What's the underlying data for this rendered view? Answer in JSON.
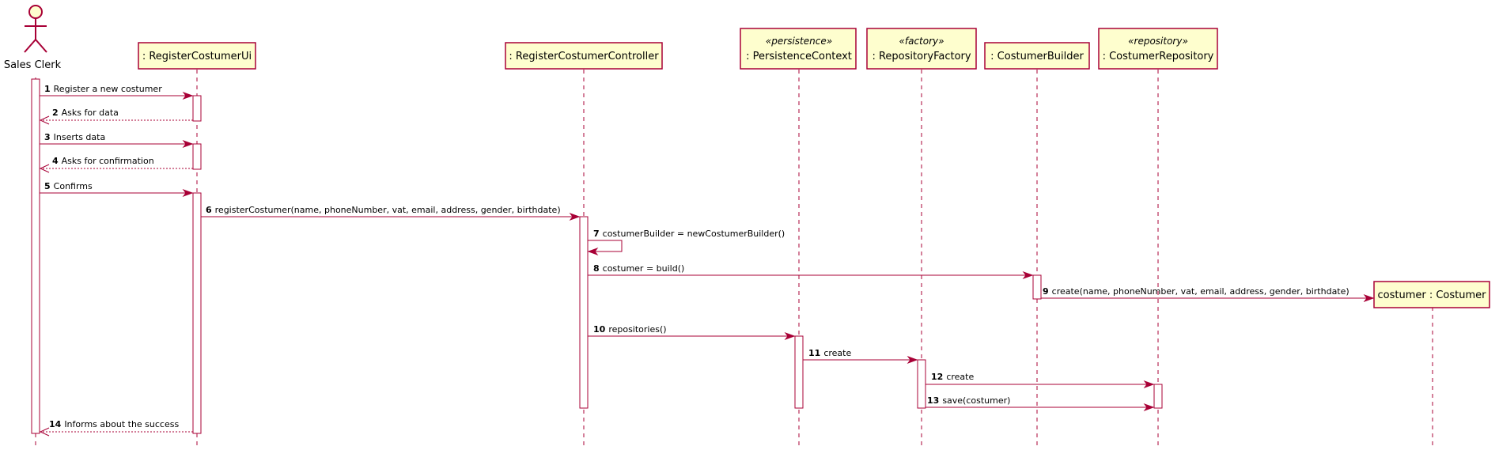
{
  "actor": {
    "name": "Sales Clerk"
  },
  "participants": {
    "ui": {
      "name": ": RegisterCostumerUi"
    },
    "controller": {
      "name": ": RegisterCostumerController"
    },
    "persistence": {
      "stereotype": "«persistence»",
      "name": ": PersistenceContext"
    },
    "factory": {
      "stereotype": "«factory»",
      "name": ": RepositoryFactory"
    },
    "builder": {
      "name": ": CostumerBuilder"
    },
    "repository": {
      "stereotype": "«repository»",
      "name": ": CostumerRepository"
    },
    "costumer": {
      "name": "costumer : Costumer"
    }
  },
  "messages": [
    {
      "num": "1",
      "text": "Register a new costumer"
    },
    {
      "num": "2",
      "text": "Asks for data"
    },
    {
      "num": "3",
      "text": "Inserts data"
    },
    {
      "num": "4",
      "text": "Asks for confirmation"
    },
    {
      "num": "5",
      "text": "Confirms"
    },
    {
      "num": "6",
      "text": "registerCostumer(name, phoneNumber, vat, email, address, gender, birthdate)"
    },
    {
      "num": "7",
      "text": "costumerBuilder = newCostumerBuilder()"
    },
    {
      "num": "8",
      "text": "costumer = build()"
    },
    {
      "num": "9",
      "text": "create(name, phoneNumber, vat, email, address, gender, birthdate)"
    },
    {
      "num": "10",
      "text": "repositories()"
    },
    {
      "num": "11",
      "text": "create"
    },
    {
      "num": "12",
      "text": "create"
    },
    {
      "num": "13",
      "text": "save(costumer)"
    },
    {
      "num": "14",
      "text": "Informs about the success"
    }
  ]
}
